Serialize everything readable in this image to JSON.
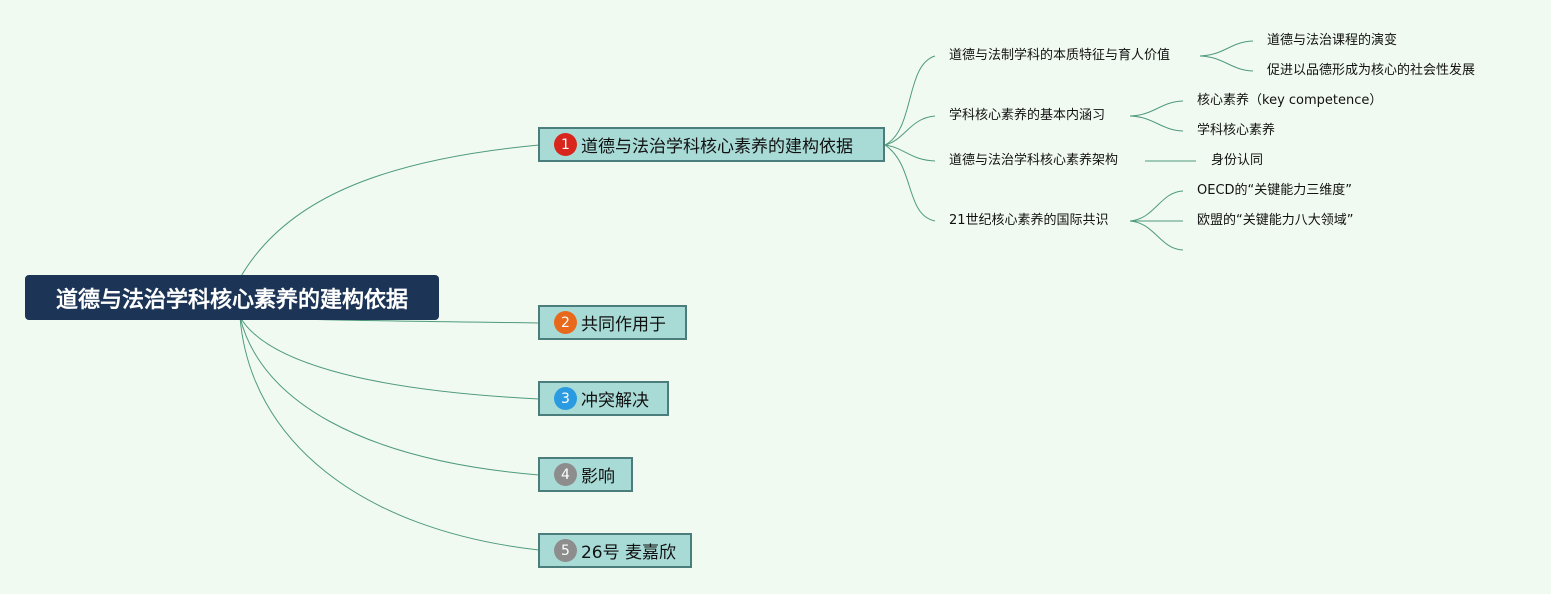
{
  "root": {
    "label": "道德与法治学科核心素养的建构依据"
  },
  "branches": [
    {
      "number": "1",
      "badge_color": "#d8261c",
      "label": "道德与法治学科核心素养的建构依据",
      "children": [
        {
          "label": "道德与法制学科的本质特征与育人价值",
          "children": [
            "道德与法治课程的演变",
            "促进以品德形成为核心的社会性发展"
          ]
        },
        {
          "label": "学科核心素养的基本内涵习",
          "children": [
            "核心素养（key competence）",
            "学科核心素养"
          ]
        },
        {
          "label": "道德与法治学科核心素养架构",
          "children": [
            "身份认同"
          ]
        },
        {
          "label": "21世纪核心素养的国际共识",
          "children": [
            "OECD的“关键能力三维度”",
            "欧盟的“关键能力八大领域”",
            ""
          ]
        }
      ]
    },
    {
      "number": "2",
      "badge_color": "#e8691c",
      "label": "共同作用于",
      "children": []
    },
    {
      "number": "3",
      "badge_color": "#2a9be0",
      "label": "冲突解决",
      "children": []
    },
    {
      "number": "4",
      "badge_color": "#8d8d8d",
      "label": "影响",
      "children": []
    },
    {
      "number": "5",
      "badge_color": "#8d8d8d",
      "label": "26号 麦嘉欣",
      "children": []
    }
  ],
  "colors": {
    "link": "#4e9a7e",
    "root_bg": "#1c3557",
    "branch_bg": "#a8dad6",
    "branch_border": "#4a7d7c"
  }
}
